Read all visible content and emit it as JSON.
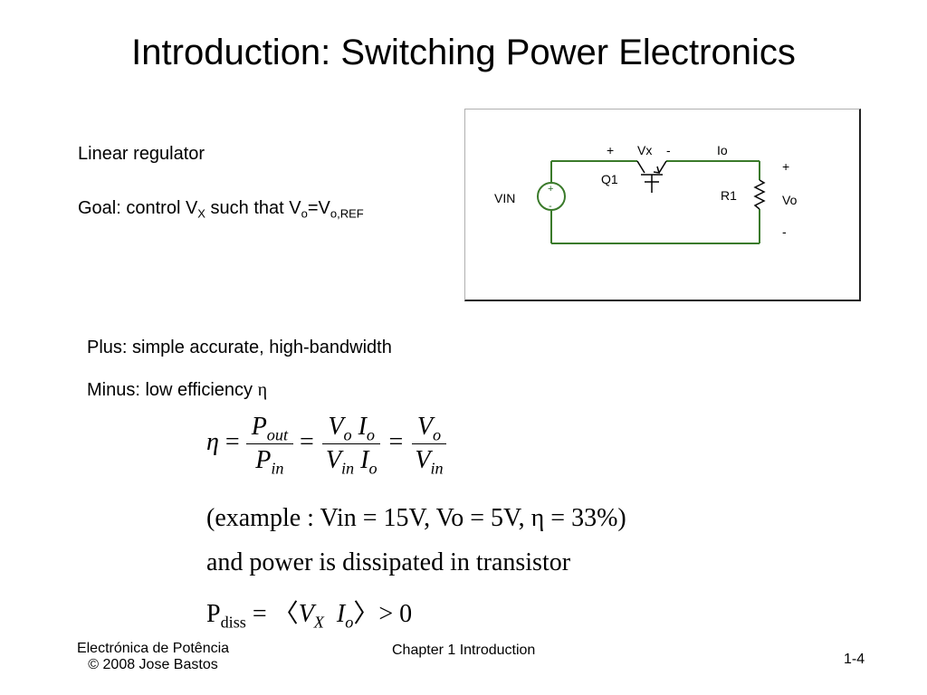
{
  "slide": {
    "title": "Introduction: Switching Power Electronics",
    "linear_regulator": "Linear regulator",
    "goal": {
      "prefix": "Goal: control V",
      "x_sub": "X",
      "mid": " such that V",
      "o_sub": "o",
      "eq": "=V",
      "ref_sub": "o,REF"
    },
    "plus": "Plus: simple accurate, high-bandwidth",
    "minus": "Minus: low efficiency ",
    "eta": "η"
  },
  "circuit": {
    "plus_left": "+",
    "vx": "Vx",
    "minus_top": "-",
    "io": "Io",
    "plus_right": "+",
    "q1": "Q1",
    "r1": "R1",
    "vin": "VIN",
    "vo": "Vo",
    "minus_right": "-",
    "source_plus": "+",
    "source_minus": "-"
  },
  "equations": {
    "eta_symbol": "η",
    "equals": "=",
    "p_out": "P",
    "out_sub": "out",
    "p_in": "P",
    "in_sub": "in",
    "v": "V",
    "i": "I",
    "o_sub": "o",
    "example": "(example : Vin = 15V, Vo = 5V, η = 33%)",
    "dissipated": "and power is dissipated in transistor",
    "pdiss_p": "P",
    "pdiss_sub": "diss",
    "pdiss_eq": " = 〈",
    "pdiss_vx": "V",
    "pdiss_x_sub": "X",
    "pdiss_i": "I",
    "pdiss_o_sub": "o",
    "pdiss_end": "〉> 0"
  },
  "footer": {
    "course_line1": "Electrónica de Potência",
    "course_line2": "© 2008 Jose Bastos",
    "chapter": "Chapter 1 Introduction",
    "page": "1-4"
  }
}
